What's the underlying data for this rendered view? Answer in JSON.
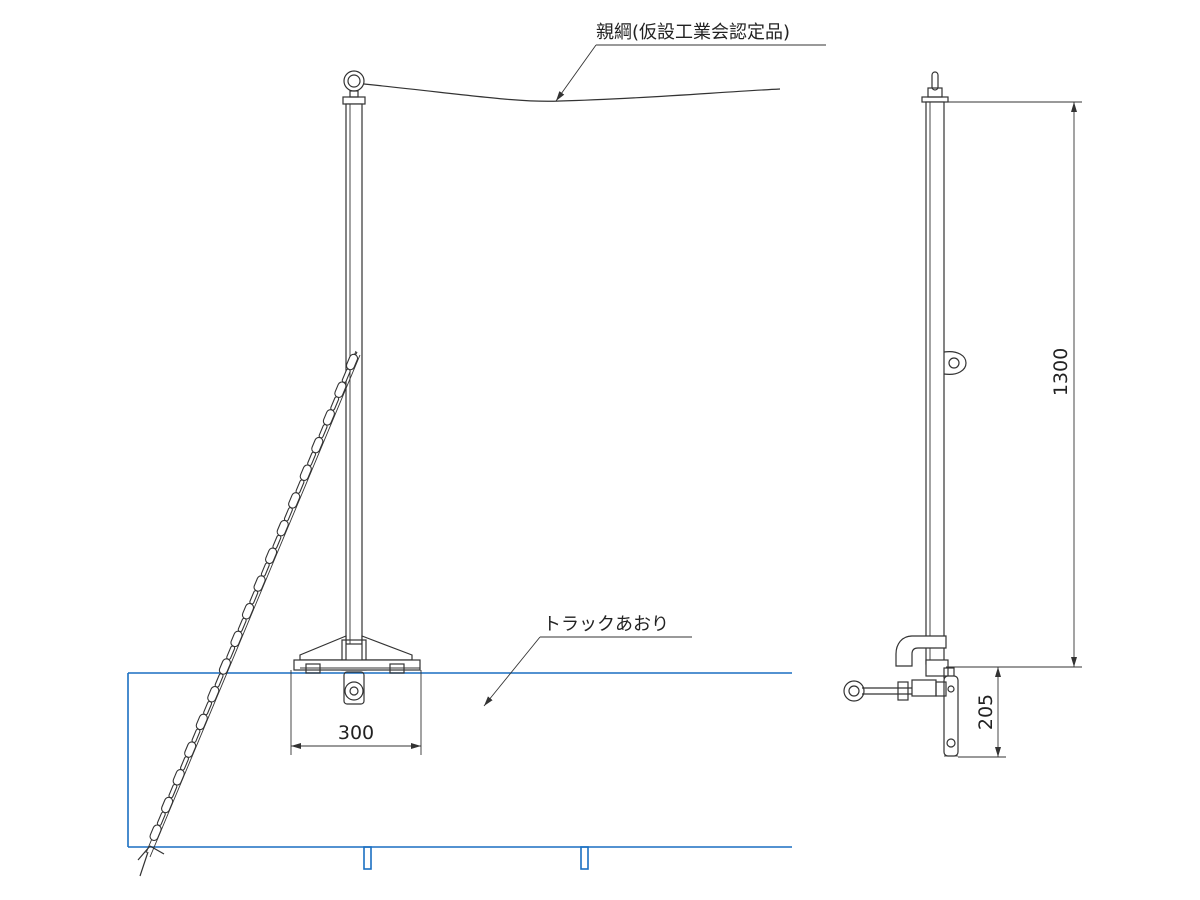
{
  "labels": {
    "rope": "親綱(仮設工業会認定品)",
    "truck_gate": "トラックあおり"
  },
  "dimensions": {
    "base_width": "300",
    "pole_height": "1300",
    "clamp_height": "205"
  },
  "colors": {
    "line": "#333333",
    "truck_outline": "#1a6fc2"
  }
}
